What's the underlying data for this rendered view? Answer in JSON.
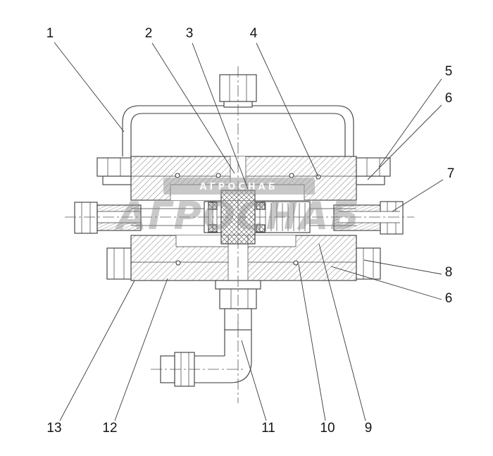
{
  "diagram": {
    "type": "technical-section-drawing",
    "callouts": [
      {
        "label": "1"
      },
      {
        "label": "2"
      },
      {
        "label": "3"
      },
      {
        "label": "4"
      },
      {
        "label": "5"
      },
      {
        "label": "6"
      },
      {
        "label": "7"
      },
      {
        "label": "8"
      },
      {
        "label": "6"
      },
      {
        "label": "9"
      },
      {
        "label": "10"
      },
      {
        "label": "11"
      },
      {
        "label": "12"
      },
      {
        "label": "13"
      }
    ],
    "watermark": {
      "text": "АГРОСНАБ"
    }
  }
}
